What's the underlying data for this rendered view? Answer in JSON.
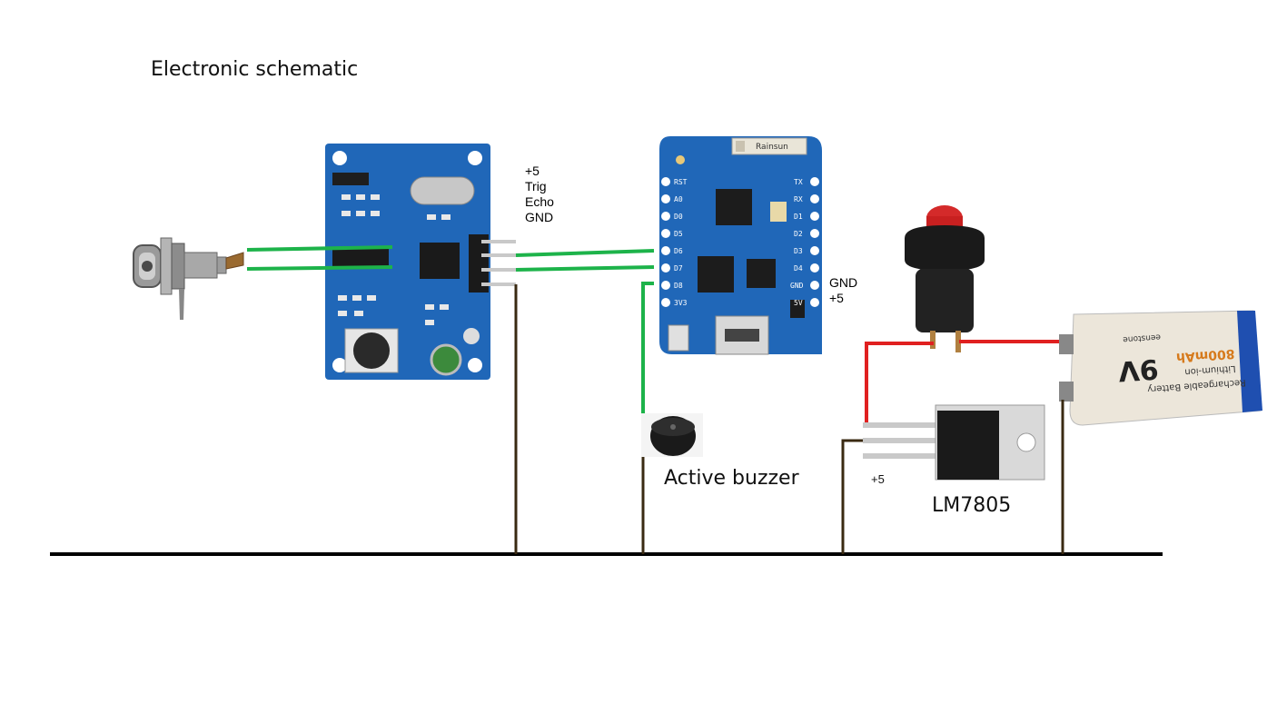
{
  "title": "Electronic schematic",
  "sensor_pins": "+5\nTrig\nEcho\nGND",
  "mcu_pins": "GND\n+5",
  "buzzer_label": "Active buzzer",
  "regulator_label": "LM7805",
  "regulator_out_label": "+5",
  "wemos": {
    "left_pins": [
      "RST",
      "A0",
      "D0",
      "D5",
      "D6",
      "D7",
      "D8",
      "3V3"
    ],
    "right_pins": [
      "TX",
      "RX",
      "D1",
      "D2",
      "D3",
      "D4",
      "GND",
      "5V"
    ],
    "chip_text": "Rainsun"
  },
  "battery": {
    "voltage": "9V",
    "capacity": "800mAh",
    "type": "Lithium-ion",
    "desc": "Rechargeable Battery",
    "brand": "eenstone"
  },
  "colors": {
    "signal_wire": "#1db34a",
    "power_wire": "#e02020",
    "ground_wire": "#3a2a12",
    "pcb_blue": "#2067b8"
  }
}
